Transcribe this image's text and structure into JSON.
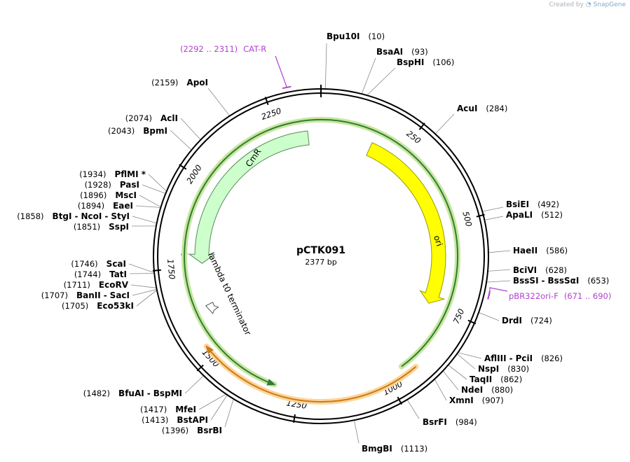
{
  "credit": {
    "prefix": "Created by",
    "brand": "SnapGene"
  },
  "plasmid": {
    "name": "pCTK091",
    "length_label": "2377 bp",
    "length": 2377
  },
  "sites": [
    {
      "pos": 10,
      "parts": [
        "Bpu10I"
      ],
      "pos_label": "(10)"
    },
    {
      "pos": 93,
      "parts": [
        "BsaAI"
      ],
      "pos_label": "(93)"
    },
    {
      "pos": 106,
      "parts": [
        "BspHI"
      ],
      "pos_label": "(106)"
    },
    {
      "pos": 284,
      "parts": [
        "AcuI"
      ],
      "pos_label": "(284)"
    },
    {
      "pos": 492,
      "parts": [
        "BsiEI"
      ],
      "pos_label": "(492)"
    },
    {
      "pos": 512,
      "parts": [
        "ApaLI"
      ],
      "pos_label": "(512)"
    },
    {
      "pos": 586,
      "parts": [
        "HaeII"
      ],
      "pos_label": "(586)"
    },
    {
      "pos": 628,
      "parts": [
        "BciVI"
      ],
      "pos_label": "(628)"
    },
    {
      "pos": 653,
      "parts": [
        "BssSI",
        "BssSαI"
      ],
      "pos_label": "(653)"
    },
    {
      "pos": 724,
      "parts": [
        "DrdI"
      ],
      "pos_label": "(724)"
    },
    {
      "pos": 826,
      "parts": [
        "AflIII",
        "PciI"
      ],
      "pos_label": "(826)"
    },
    {
      "pos": 830,
      "parts": [
        "NspI"
      ],
      "pos_label": "(830)"
    },
    {
      "pos": 862,
      "parts": [
        "TaqII"
      ],
      "pos_label": "(862)"
    },
    {
      "pos": 880,
      "parts": [
        "NdeI"
      ],
      "pos_label": "(880)"
    },
    {
      "pos": 907,
      "parts": [
        "XmnI"
      ],
      "pos_label": "(907)"
    },
    {
      "pos": 984,
      "parts": [
        "BsrFI"
      ],
      "pos_label": "(984)"
    },
    {
      "pos": 1113,
      "parts": [
        "BmgBI"
      ],
      "pos_label": "(1113)"
    },
    {
      "pos": 1396,
      "parts": [
        "BsrBI"
      ],
      "pos_label": "(1396)"
    },
    {
      "pos": 1413,
      "parts": [
        "BstAPI"
      ],
      "pos_label": "(1413)"
    },
    {
      "pos": 1417,
      "parts": [
        "MfeI"
      ],
      "pos_label": "(1417)"
    },
    {
      "pos": 1482,
      "parts": [
        "BfuAI",
        "BspMI"
      ],
      "pos_label": "(1482)"
    },
    {
      "pos": 1705,
      "parts": [
        "Eco53kI"
      ],
      "pos_label": "(1705)"
    },
    {
      "pos": 1707,
      "parts": [
        "BanII",
        "SacI"
      ],
      "pos_label": "(1707)"
    },
    {
      "pos": 1711,
      "parts": [
        "EcoRV"
      ],
      "pos_label": "(1711)"
    },
    {
      "pos": 1744,
      "parts": [
        "TatI"
      ],
      "pos_label": "(1744)"
    },
    {
      "pos": 1746,
      "parts": [
        "ScaI"
      ],
      "pos_label": "(1746)"
    },
    {
      "pos": 1851,
      "parts": [
        "SspI"
      ],
      "pos_label": "(1851)"
    },
    {
      "pos": 1858,
      "parts": [
        "BtgI",
        "NcoI",
        "StyI"
      ],
      "pos_label": "(1858)"
    },
    {
      "pos": 1894,
      "parts": [
        "EaeI"
      ],
      "pos_label": "(1894)"
    },
    {
      "pos": 1896,
      "parts": [
        "MscI"
      ],
      "pos_label": "(1896)"
    },
    {
      "pos": 1928,
      "parts": [
        "PasI"
      ],
      "pos_label": "(1928)"
    },
    {
      "pos": 1934,
      "parts": [
        "PflMI *"
      ],
      "pos_label": "(1934)"
    },
    {
      "pos": 2043,
      "parts": [
        "BpmI"
      ],
      "pos_label": "(2043)"
    },
    {
      "pos": 2074,
      "parts": [
        "AclI"
      ],
      "pos_label": "(2074)"
    },
    {
      "pos": 2159,
      "parts": [
        "ApoI"
      ],
      "pos_label": "(2159)"
    }
  ],
  "primers": [
    {
      "name": "CAT-R",
      "range_label": "(2292 .. 2311)",
      "start": 2292,
      "end": 2311
    },
    {
      "name": "pBR322ori-F",
      "range_label": "(671 .. 690)",
      "start": 671,
      "end": 690
    }
  ],
  "features": [
    {
      "name": "ori",
      "start": 160,
      "end": 750,
      "color": "#ffff00",
      "stroke": "#9a9a00"
    },
    {
      "name": "CmR",
      "start": 1760,
      "end": 2337,
      "color": "#ccffcc",
      "stroke": "#5a8a5a"
    },
    {
      "name": "lambda t0 terminator",
      "pos": 1615
    }
  ],
  "ticks": [
    {
      "pos": 250,
      "label": "250"
    },
    {
      "pos": 500,
      "label": "500"
    },
    {
      "pos": 750,
      "label": "750"
    },
    {
      "pos": 1000,
      "label": "1000"
    },
    {
      "pos": 1250,
      "label": "1250"
    },
    {
      "pos": 1500,
      "label": "1500"
    },
    {
      "pos": 1750,
      "label": "1750"
    },
    {
      "pos": 2000,
      "label": "2000"
    },
    {
      "pos": 2250,
      "label": "2250"
    }
  ],
  "orfs": [
    {
      "start": 2300,
      "end": 1770,
      "color": "#2e7d32",
      "halo": "#c8e6a0"
    },
    {
      "start": 950,
      "end": 1320,
      "color": "#2e7d32",
      "halo": "#c8e6a0",
      "reverse": true
    },
    {
      "start": 920,
      "end": 1530,
      "color": "#c77b17",
      "halo": "#ffd59a"
    }
  ]
}
